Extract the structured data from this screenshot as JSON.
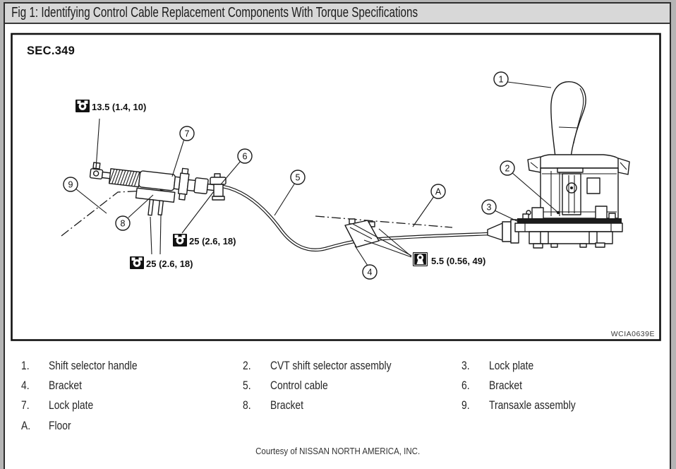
{
  "header": {
    "title": "Fig 1: Identifying Control Cable Replacement Components With Torque Specifications"
  },
  "diagram": {
    "section_label": "SEC.349",
    "drawing_code": "WCIA0639E",
    "torque_specs": [
      {
        "id": "clevis-bolt",
        "value": "13.5 (1.4, 10)",
        "icon": "torque-wrench-icon"
      },
      {
        "id": "bracket-6-bolt",
        "value": "25 (2.6, 18)",
        "icon": "torque-wrench-icon"
      },
      {
        "id": "bracket-8-bolts",
        "value": "25 (2.6, 18)",
        "icon": "torque-wrench-icon"
      },
      {
        "id": "floor-bracket-bolts",
        "value": "5.5 (0.56, 49)",
        "icon": "torque-stud-icon"
      }
    ],
    "callouts": [
      {
        "label": "1"
      },
      {
        "label": "2"
      },
      {
        "label": "3"
      },
      {
        "label": "4"
      },
      {
        "label": "5"
      },
      {
        "label": "6"
      },
      {
        "label": "7"
      },
      {
        "label": "8"
      },
      {
        "label": "9"
      },
      {
        "label": "A"
      }
    ]
  },
  "legend": {
    "items": [
      {
        "num": "1.",
        "label": "Shift selector handle"
      },
      {
        "num": "2.",
        "label": "CVT shift selector assembly"
      },
      {
        "num": "3.",
        "label": "Lock plate"
      },
      {
        "num": "4.",
        "label": "Bracket"
      },
      {
        "num": "5.",
        "label": "Control cable"
      },
      {
        "num": "6.",
        "label": "Bracket"
      },
      {
        "num": "7.",
        "label": "Lock plate"
      },
      {
        "num": "8.",
        "label": "Bracket"
      },
      {
        "num": "9.",
        "label": "Transaxle assembly"
      },
      {
        "num": "A.",
        "label": "Floor"
      }
    ]
  },
  "footer": {
    "courtesy": "Courtesy of NISSAN NORTH AMERICA, INC."
  }
}
